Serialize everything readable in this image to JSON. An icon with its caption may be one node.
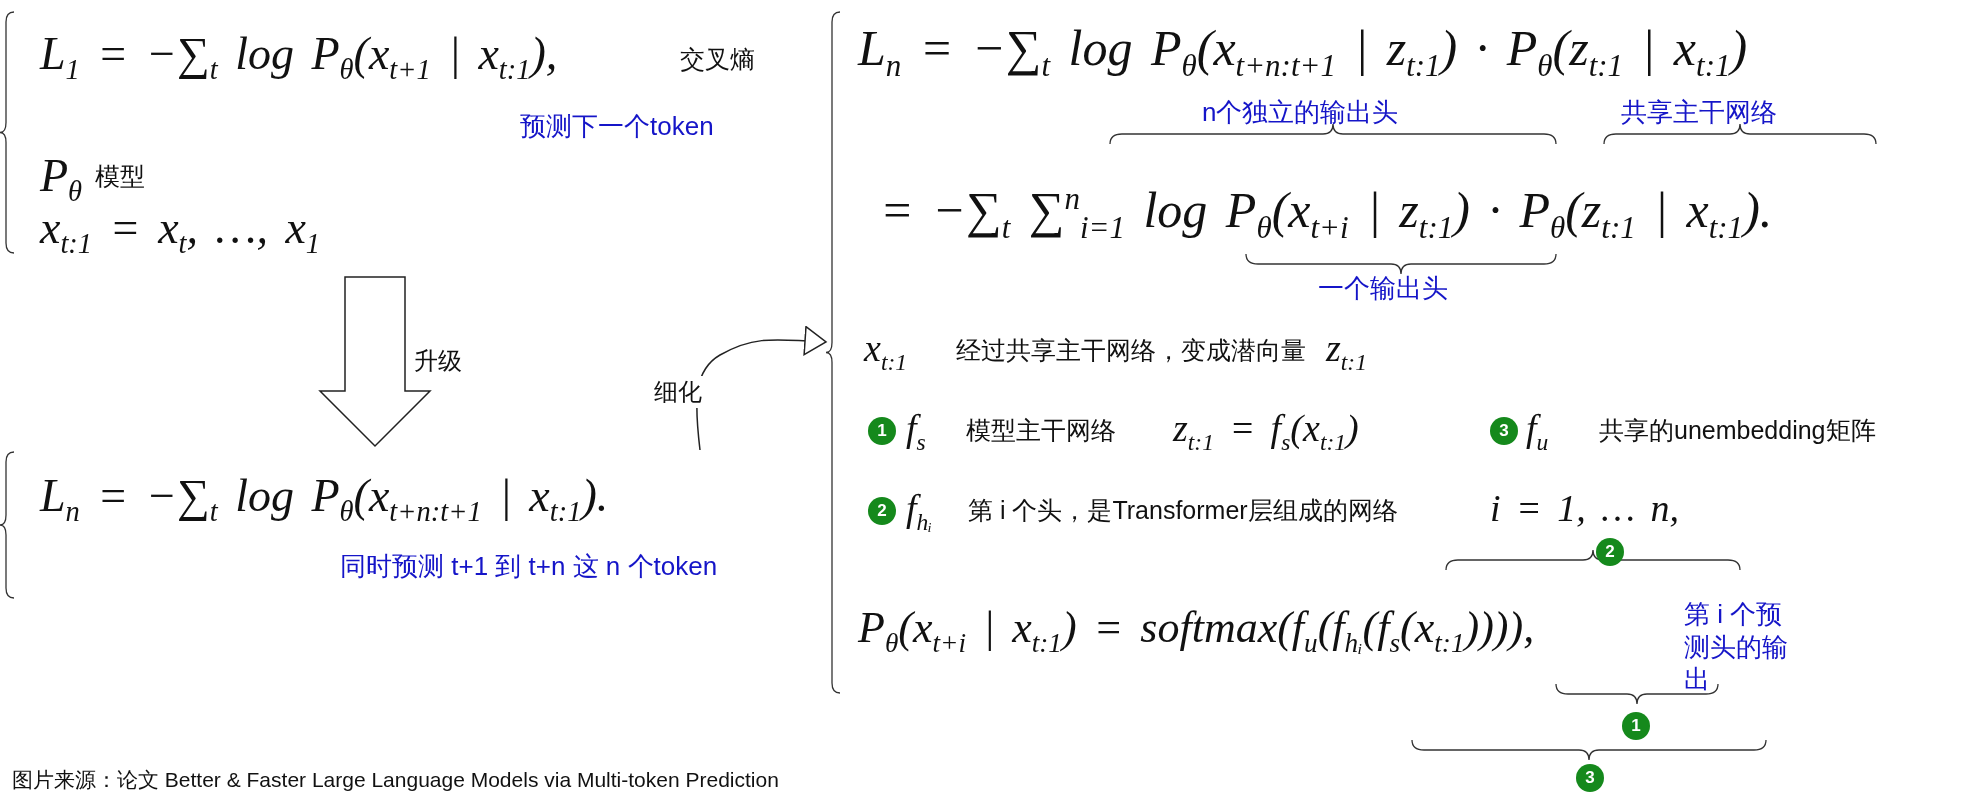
{
  "diagram": {
    "caption": "图片来源：论文 Better & Faster Large Language Models via Multi-token Prediction",
    "nodes": [
      {
        "text": [
          "L$_{1}$ = −∑$_{t}$ log P$_{θ}$(x$_{t+1}$ | x$_{t:1}$),",
          "交叉熵",
          "预测下一个token",
          "P$_{θ}$",
          "模型",
          "x$_{t:1}$ = x$_{t}$, …, x$_{1}$"
        ]
      },
      {
        "text": [
          "L$_{n}$ = −∑$_{t}$ log P$_{θ}$(x$_{t+n:t+1}$ | x$_{t:1}$).",
          "同时预测 t+1 到 t+n 这 n 个token"
        ]
      },
      {
        "text": [
          "L$_{n}$ = −∑$_{t}$ log P$_{θ}$(x$_{t+n:t+1}$ | z$_{t:1}$) · P$_{θ}$(z$_{t:1}$ | x$_{t:1}$)",
          "n个独立的输出头",
          "共享主干网络",
          "= −∑$_{t}$ ∑$^{n}$$_{i=1}$ log P$_{θ}$(x$_{t+i}$ | z$_{t:1}$) · P$_{θ}$(z$_{t:1}$ | x$_{t:1}$).",
          "一个输出头",
          "x$_{t:1}$",
          "经过共享主干网络，变成潜向量",
          "z$_{t:1}$",
          "1",
          "f$_{s}$",
          "模型主干网络",
          "z$_{t:1}$ = f$_{s}$(x$_{t:1}$)",
          "3",
          "f$_{u}$",
          "共享的unembedding矩阵",
          "2",
          "f$_{hᵢ}$",
          "第 i 个头，是Transformer层组成的网络",
          "i = 1, … n,",
          "2",
          "P$_{θ}$(x$_{t+i}$ | x$_{t:1}$) = softmax(f$_{u}$(f$_{hᵢ}$(f$_{s}$(x$_{t:1}$)))),",
          "第 i 个预测头的输出",
          "1",
          "3"
        ]
      }
    ],
    "edges": [
      {
        "from": 0,
        "to": 1,
        "arrow": "to",
        "label": "升级"
      },
      {
        "from": 1,
        "to": 2,
        "arrow": "to",
        "label": "细化"
      }
    ]
  }
}
